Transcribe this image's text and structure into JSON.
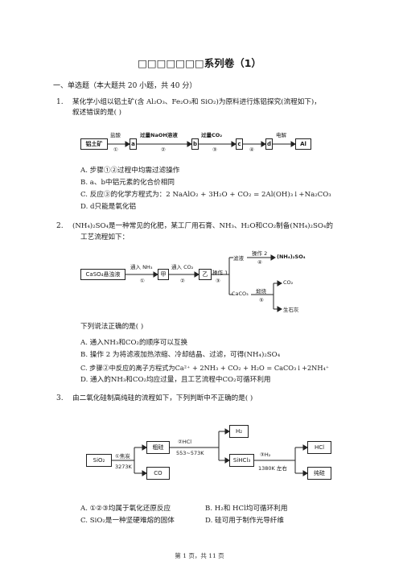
{
  "header": {
    "title": "□□□□□□□系列卷（1）"
  },
  "section": {
    "label": "一、单选题（本大题共 20 小题，共 40 分）"
  },
  "q1": {
    "num": "1.",
    "line1": "某化学小组以铝土矿(含 Al₂O₃、Fe₂O₃和 SiO₂)为原料进行炼铝探究(流程如下)，",
    "line2": "叙述错误的是(    )",
    "flow": {
      "start": "铝土矿",
      "a": "a",
      "b": "b",
      "c": "c",
      "d": "d",
      "end": "Al",
      "s1_top": "盐酸",
      "s1_bot": "①",
      "s2_top": "过量NaOH溶液",
      "s2_bot": "②",
      "s3_top": "过量CO₂",
      "s3_bot": "③",
      "s4_bot": "④",
      "s5_top": "电解"
    },
    "options": [
      "A. 步骤①②过程中均需过滤操作",
      "B. a、b中铝元素的化合价相同",
      "C. 反应③的化学方程式为：2 NaAlO₂ + 3H₂O + CO₂ = 2Al(OH)₃↓+Na₂CO₃",
      "D. d只能是氧化铝"
    ]
  },
  "q2": {
    "num": "2.",
    "line1": "(NH₄)₂SO₄是一种常见的化肥，某工厂用石膏、NH₃、H₂O和CO₂制备(NH₄)₂SO₄的",
    "line2": "工艺流程如下：",
    "flow": {
      "start": "CaSO₄悬浊液",
      "s1_top": "通入 NH₃",
      "s1_bot": "①",
      "jia": "甲",
      "s2_top": "通入 CO₂",
      "s2_bot": "②",
      "yi": "乙",
      "s3_top": "操作 1",
      "s3_bot": "③",
      "filtrate": "滤液",
      "s4_top": "操作 2",
      "s4_bot": "④",
      "product": "(NH₄)₂SO₄",
      "caco3": "CaCO₃",
      "calc": "煅烧",
      "calc_num": "⑤",
      "co2": "CO₂",
      "lime": "生石灰"
    },
    "prompt": "下列说法正确的是(    )",
    "options": [
      "A. 通入NH₃和CO₂的顺序可以互换",
      "B. 操作 2 为将滤液加热浓缩、冷却结晶、过滤，可得(NH₄)₂SO₄",
      "C. 步骤②中反应的离子方程式为Ca²⁺ + 2NH₃ + CO₂ + H₂O = CaCO₃↓+2NH₄⁺",
      "D. 通入的NH₃和CO₂均应过量，且工艺流程中CO₂可循环利用"
    ]
  },
  "q3": {
    "num": "3.",
    "line1": "由二氧化硅制高纯硅的流程如下，下列判断中不正确的是(    )",
    "flow": {
      "sio2": "SiO₂",
      "s1_top": "①焦炭",
      "s1_bot": "3273K",
      "crude": "粗硅",
      "co": "CO",
      "s2_top": "②HCl",
      "s2_bot": "553~573K",
      "h2": "H₂",
      "sihcl3": "SiHCl₃",
      "s3_top": "③H₂",
      "s3_bot": "1380K 左右",
      "hcl": "HCl",
      "pure": "纯硅"
    },
    "options": [
      "A. ①②③均属于氧化还原反应",
      "B. H₂和 HCl均可循环利用",
      "C. SiO₂是一种坚硬难熔的固体",
      "D. 硅可用于制作光导纤维"
    ]
  },
  "footer": {
    "text": "第 1 页，共 11 页"
  }
}
